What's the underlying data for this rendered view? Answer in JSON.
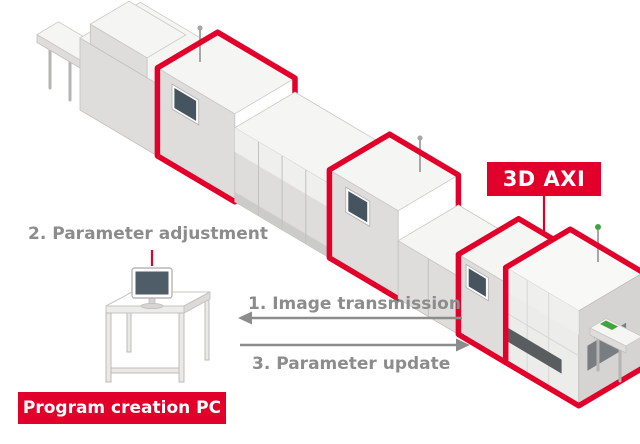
{
  "colors": {
    "accent_red": "#e2002b",
    "text_gray": "#8c8c8c",
    "machine_green": "#44a341"
  },
  "diagram": {
    "axi_label": "3D AXI",
    "pc_label": "Program creation PC",
    "steps": {
      "image_transmission": "1. Image transmission",
      "parameter_adjustment": "2. Parameter adjustment",
      "parameter_update": "3. Parameter update"
    }
  }
}
